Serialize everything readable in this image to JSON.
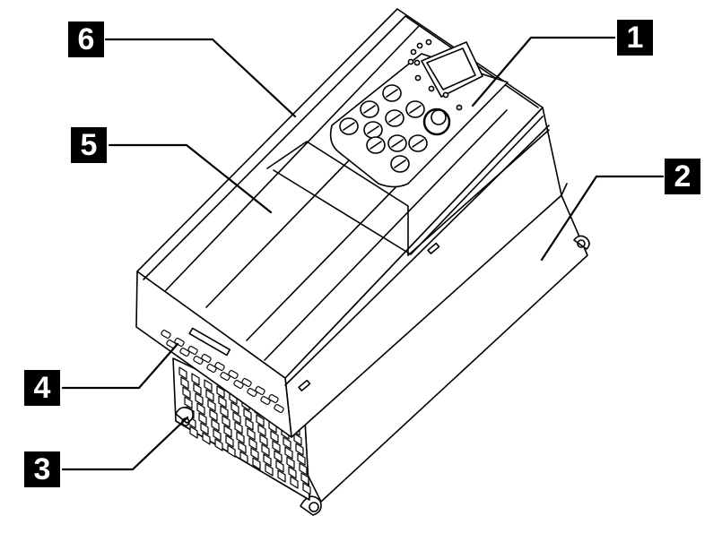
{
  "callouts": [
    {
      "label": "1"
    },
    {
      "label": "2"
    },
    {
      "label": "3"
    },
    {
      "label": "4"
    },
    {
      "label": "5"
    },
    {
      "label": "6"
    }
  ],
  "colors": {
    "stroke": "#000000",
    "fill": "#ffffff",
    "box": "#000000",
    "box_text": "#ffffff"
  }
}
